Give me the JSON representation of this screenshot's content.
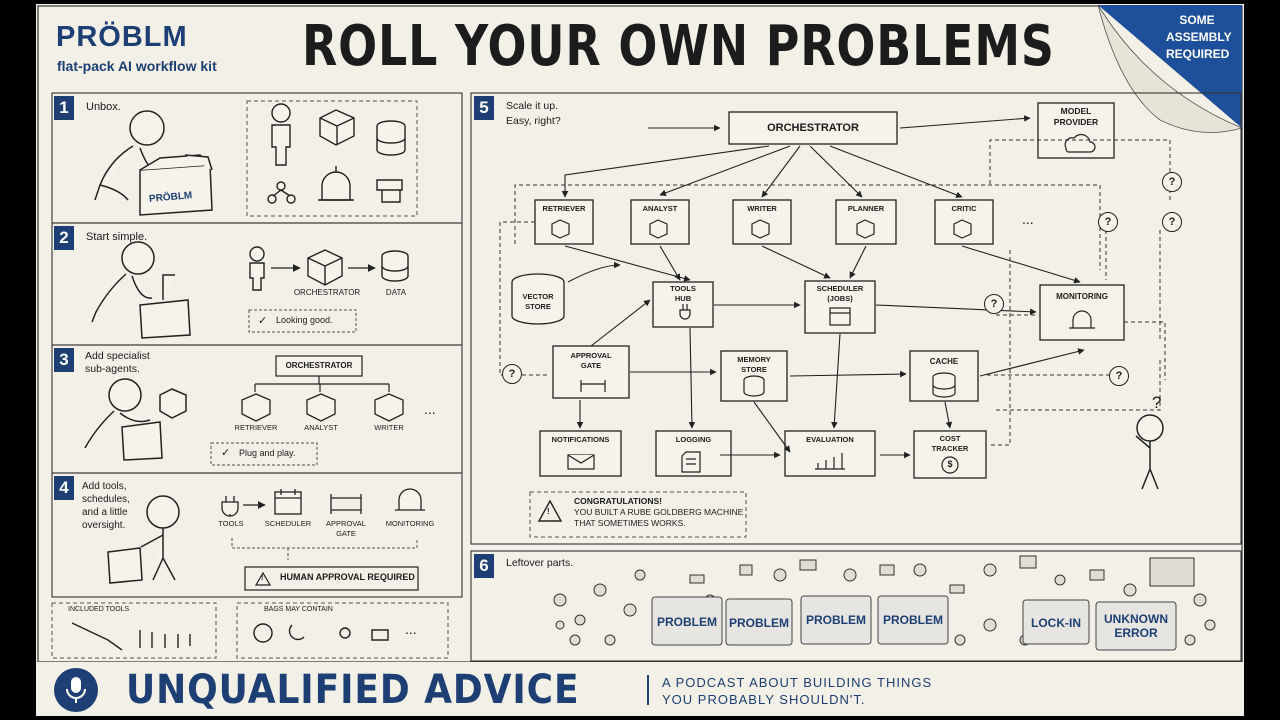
{
  "colors": {
    "paper": "#f3f0e7",
    "ink": "#1c1c1c",
    "navy": "#1d3f73",
    "corner": "#1d4f9a"
  },
  "brand": {
    "name": "PRÖBLM",
    "tagline": "flat-pack AI workflow kit"
  },
  "title": "ROLL YOUR OWN PROBLEMS",
  "corner_badge": {
    "lines": [
      "SOME",
      "ASSEMBLY",
      "REQUIRED"
    ]
  },
  "steps": [
    {
      "num": "1",
      "title": "Unbox."
    },
    {
      "num": "2",
      "title": "Start simple.",
      "labels": [
        "ORCHESTRATOR",
        "DATA"
      ],
      "check": "Looking good."
    },
    {
      "num": "3",
      "title_lines": [
        "Add specialist",
        "sub-agents."
      ],
      "top": "ORCHESTRATOR",
      "labels": [
        "RETRIEVER",
        "ANALYST",
        "WRITER"
      ],
      "ellipsis": "...",
      "check": "Plug and play."
    },
    {
      "num": "4",
      "title_lines": [
        "Add tools,",
        "schedules,",
        "and a little",
        "oversight."
      ],
      "labels": [
        "TOOLS",
        "SCHEDULER",
        "APPROVAL",
        "GATE",
        "MONITORING"
      ],
      "warning": "HUMAN APPROVAL REQUIRED"
    },
    {
      "num": "5",
      "title_lines": [
        "Scale it up.",
        "Easy, right?"
      ]
    },
    {
      "num": "6",
      "title": "Leftover parts."
    }
  ],
  "box_icon_text": "PRÖBLM",
  "included_tools": "INCLUDED TOOLS",
  "bags_contain": "BAGS MAY CONTAIN",
  "arrow_symbol": "→",
  "check_symbol": "✓",
  "qmark": "?",
  "diagram": {
    "orchestrator": "ORCHESTRATOR",
    "model_provider": [
      "MODEL",
      "PROVIDER"
    ],
    "agents": [
      "RETRIEVER",
      "ANALYST",
      "WRITER",
      "PLANNER",
      "CRITIC"
    ],
    "ellipsis": "...",
    "vector_store": [
      "VECTOR",
      "STORE"
    ],
    "tools_hub": [
      "TOOLS",
      "HUB"
    ],
    "scheduler": [
      "SCHEDULER",
      "(JOBS)"
    ],
    "monitoring": "MONITORING",
    "approval_gate": [
      "APPROVAL",
      "GATE"
    ],
    "memory_store": [
      "MEMORY",
      "STORE"
    ],
    "cache": "CACHE",
    "notifications": "NOTIFICATIONS",
    "logging": "LOGGING",
    "evaluation": "EVALUATION",
    "cost_tracker": [
      "COST",
      "TRACKER"
    ],
    "cost_symbol": "$",
    "congrats": [
      "CONGRATULATIONS!",
      "YOU BUILT A RUBE GOLDBERG MACHINE",
      "THAT SOMETIMES WORKS."
    ],
    "warning_symbol": "!"
  },
  "bags": [
    [
      "PROBLEM"
    ],
    [
      "PROBLEM"
    ],
    [
      "PROBLEM"
    ],
    [
      "PROBLEM"
    ],
    [
      "LOCK-IN"
    ],
    [
      "UNKNOWN",
      "ERROR"
    ]
  ],
  "footer": {
    "title": "UNQUALIFIED ADVICE",
    "line1": "A PODCAST ABOUT BUILDING THINGS",
    "line2": "YOU PROBABLY SHOULDN'T."
  }
}
